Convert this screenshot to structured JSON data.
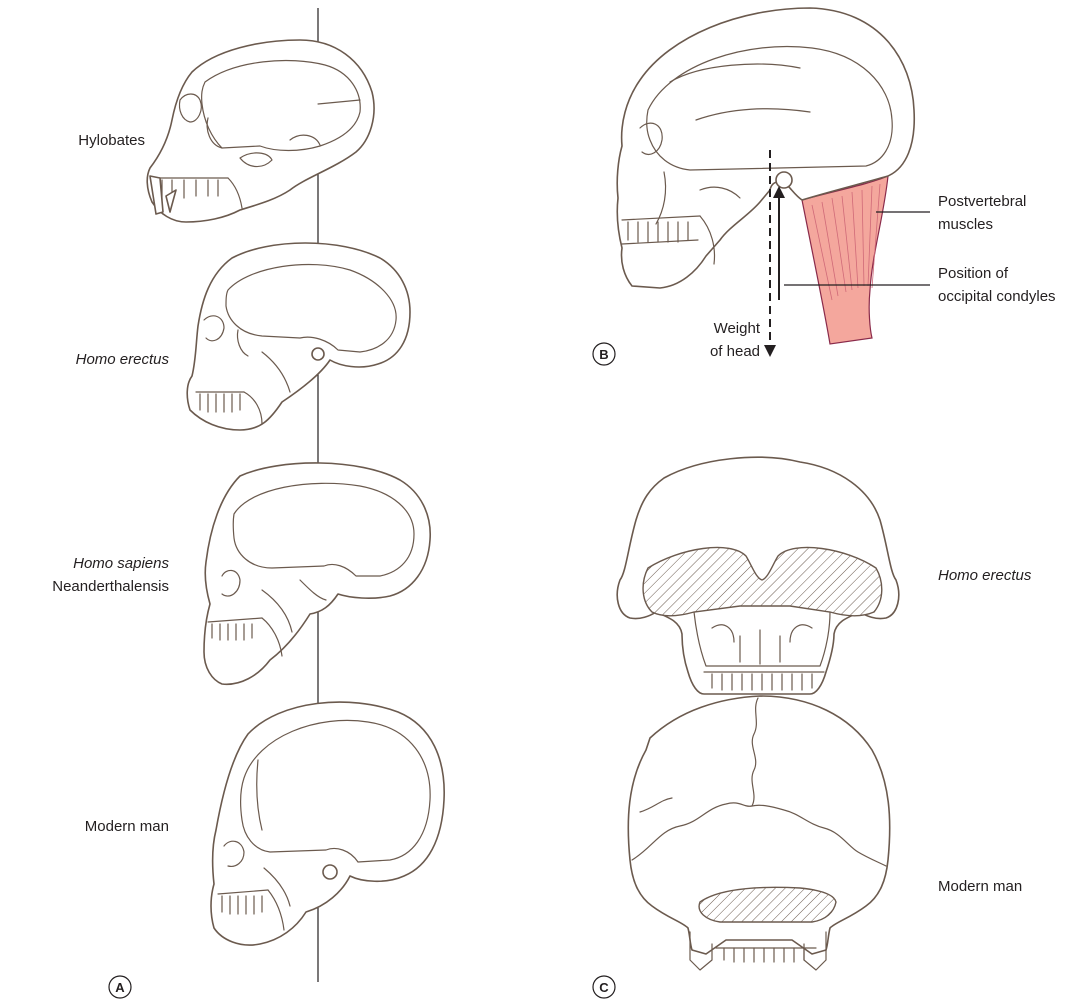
{
  "panel_a": {
    "marker": "A",
    "labels": {
      "hylobates": "Hylobates",
      "homo_erectus": "Homo erectus",
      "homo_sapiens": "Homo sapiens",
      "neanderthalensis": "Neanderthalensis",
      "modern_man": "Modern man"
    }
  },
  "panel_b": {
    "marker": "B",
    "labels": {
      "postvertebral_1": "Postvertebral",
      "postvertebral_2": "muscles",
      "condyles_1": "Position of",
      "condyles_2": "occipital condyles",
      "weight_1": "Weight",
      "weight_2": "of head"
    },
    "muscle_color": "#f4a79d"
  },
  "panel_c": {
    "marker": "C",
    "labels": {
      "homo_erectus": "Homo erectus",
      "modern_man": "Modern man"
    }
  }
}
